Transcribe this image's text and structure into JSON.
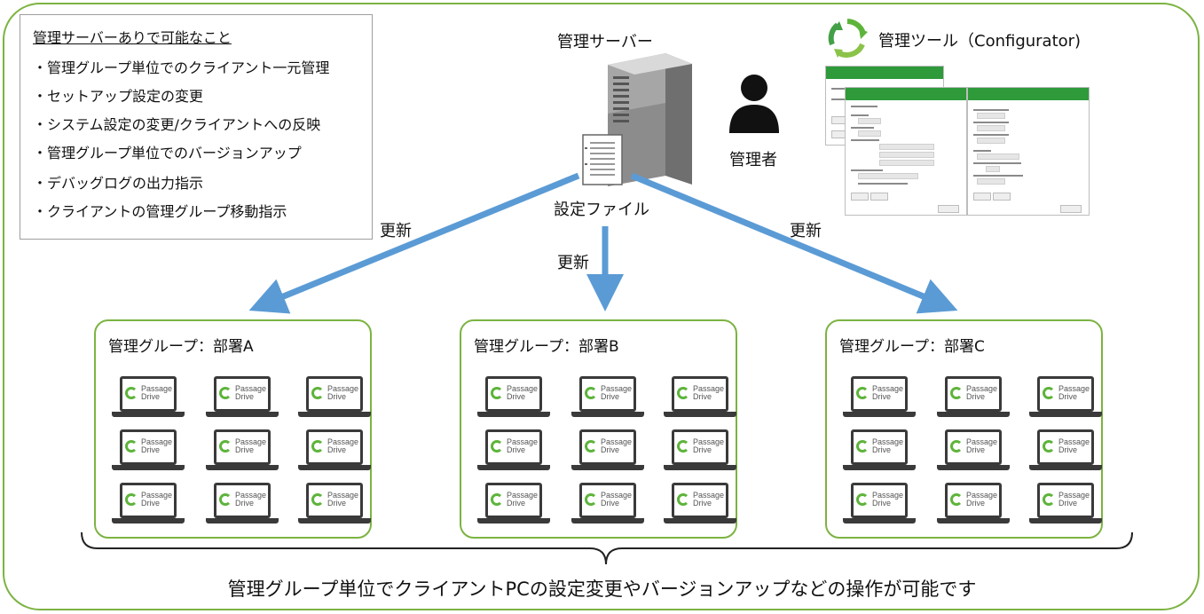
{
  "capabilities": {
    "title": "管理サーバーありで可能なこと",
    "items": [
      "・管理グループ単位でのクライアント一元管理",
      "・セットアップ設定の変更",
      "・システム設定の変更/クライアントへの反映",
      "・管理グループ単位でのバージョンアップ",
      "・デバッグログの出力指示",
      "・クライアントの管理グループ移動指示"
    ]
  },
  "server": {
    "label": "管理サーバー",
    "file_label": "設定ファイル",
    "server_icon": "server-tower-icon",
    "file_icon": "document-icon"
  },
  "admin": {
    "label": "管理者",
    "icon": "person-icon"
  },
  "tool": {
    "label": "管理ツール（Configurator)",
    "icon": "recycle-arrows-icon"
  },
  "updates": {
    "left": "更新",
    "center": "更新",
    "right": "更新"
  },
  "groups": [
    {
      "label": "管理グループ：部署A"
    },
    {
      "label": "管理グループ：部署B"
    },
    {
      "label": "管理グループ：部署C"
    }
  ],
  "laptop_logo": {
    "line1": "Passage",
    "line2": "Drive",
    "icon": "passage-drive-logo-icon"
  },
  "bottom_caption": "管理グループ単位でクライアントPCの設定変更やバージョンアップなどの操作が可能です",
  "colors": {
    "accent_green": "#7cb342",
    "arrow_blue": "#5b9bd5",
    "titlebar_green": "#2e9a3a"
  }
}
